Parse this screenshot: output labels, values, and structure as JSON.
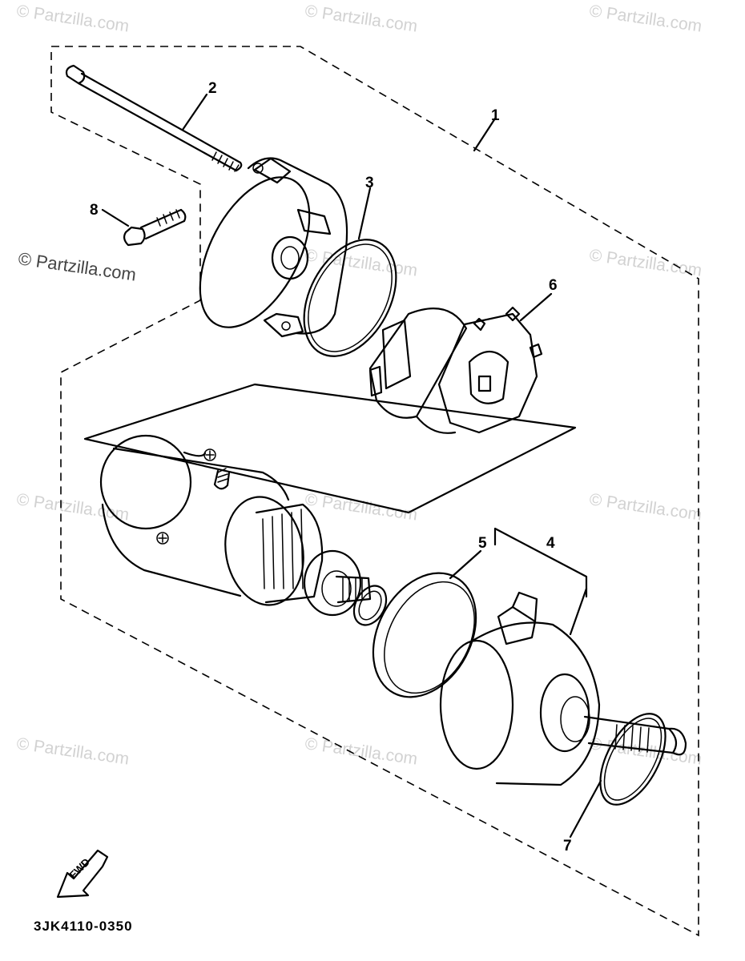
{
  "diagram_code": "3JK4110-0350",
  "fwd_label": "FWD",
  "watermark": "© Partzilla.com",
  "callouts": {
    "p1": "1",
    "p2": "2",
    "p3": "3",
    "p4": "4",
    "p5": "5",
    "p6": "6",
    "p7": "7",
    "p8": "8"
  },
  "parts": [
    {
      "ref": "1",
      "name": "starter-motor-assembly"
    },
    {
      "ref": "2",
      "name": "through-bolt"
    },
    {
      "ref": "3",
      "name": "o-ring"
    },
    {
      "ref": "4",
      "name": "front-cover"
    },
    {
      "ref": "5",
      "name": "o-ring"
    },
    {
      "ref": "6",
      "name": "brush-holder"
    },
    {
      "ref": "7",
      "name": "o-ring"
    },
    {
      "ref": "8",
      "name": "flange-bolt"
    }
  ]
}
